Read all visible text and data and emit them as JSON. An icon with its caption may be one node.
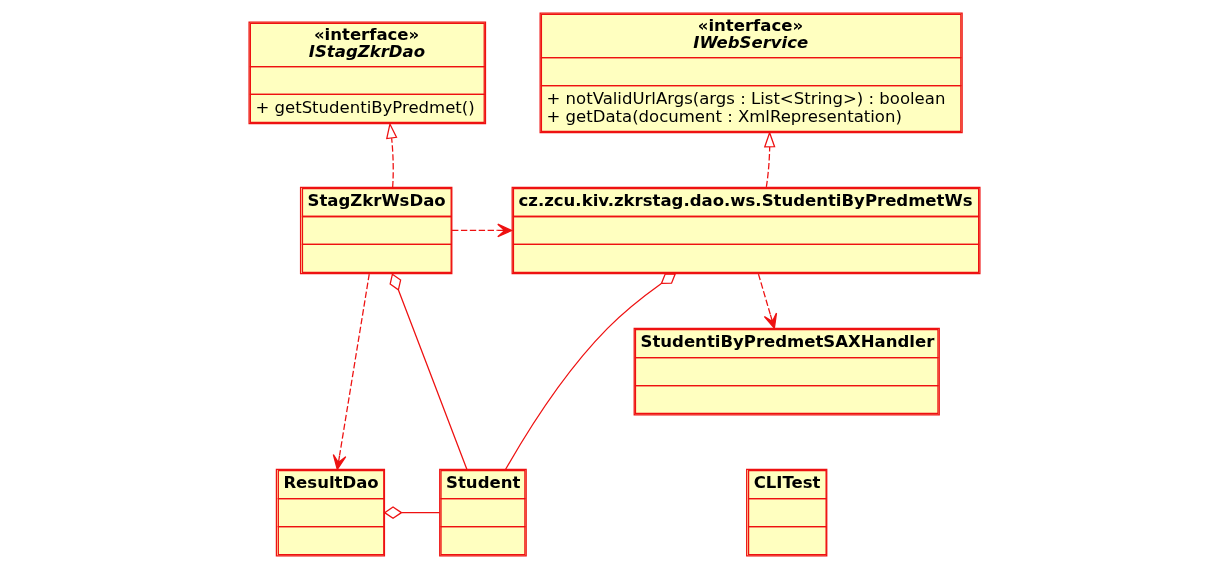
{
  "diagram": {
    "nodes": [
      {
        "text": [
          "«interface»",
          "IStagZkrDao",
          "+ getStudentiByPredmet()"
        ]
      },
      {
        "text": [
          "«interface»",
          "IWebService",
          "+ notValidUrlArgs(args : List<String>) : boolean",
          "+ getData(document : XmlRepresentation)"
        ]
      },
      {
        "text": [
          "StagZkrWsDao"
        ]
      },
      {
        "text": [
          "cz.zcu.kiv.zkrstag.dao.ws.StudentiByPredmetWs"
        ]
      },
      {
        "text": [
          "StudentiByPredmetSAXHandler"
        ]
      },
      {
        "text": [
          "ResultDao"
        ]
      },
      {
        "text": [
          "Student"
        ]
      },
      {
        "text": [
          "CLITest"
        ]
      }
    ],
    "edges": [
      {
        "from": 2,
        "to": 0,
        "arrow": "to",
        "style": "dashed"
      },
      {
        "from": 2,
        "to": 3,
        "arrow": "to",
        "style": "dashed"
      },
      {
        "from": 3,
        "to": 1,
        "arrow": "to",
        "style": "dashed"
      },
      {
        "from": 3,
        "to": 4,
        "arrow": "to",
        "style": "dashed"
      },
      {
        "from": 2,
        "to": 5,
        "arrow": "to",
        "style": "dashed"
      },
      {
        "from": 2,
        "to": 6,
        "arrow": "other"
      },
      {
        "from": 3,
        "to": 6,
        "arrow": "other"
      },
      {
        "from": 5,
        "to": 6,
        "arrow": "other"
      }
    ]
  }
}
